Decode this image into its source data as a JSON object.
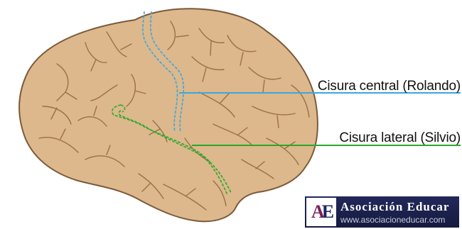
{
  "labels": {
    "central": "Cisura central (Rolando)",
    "lateral": "Cisura lateral (Silvio)"
  },
  "colors": {
    "brain_fill": "#dcb88c",
    "brain_outline": "#7a5a3a",
    "gyri_lines": "#9a7048",
    "central_sulcus": "#3aa7e0",
    "lateral_sulcus": "#2aa82a"
  },
  "logo": {
    "mark": "AE",
    "name": "Asociación Educar",
    "url": "www.asociacioneducar.com"
  }
}
